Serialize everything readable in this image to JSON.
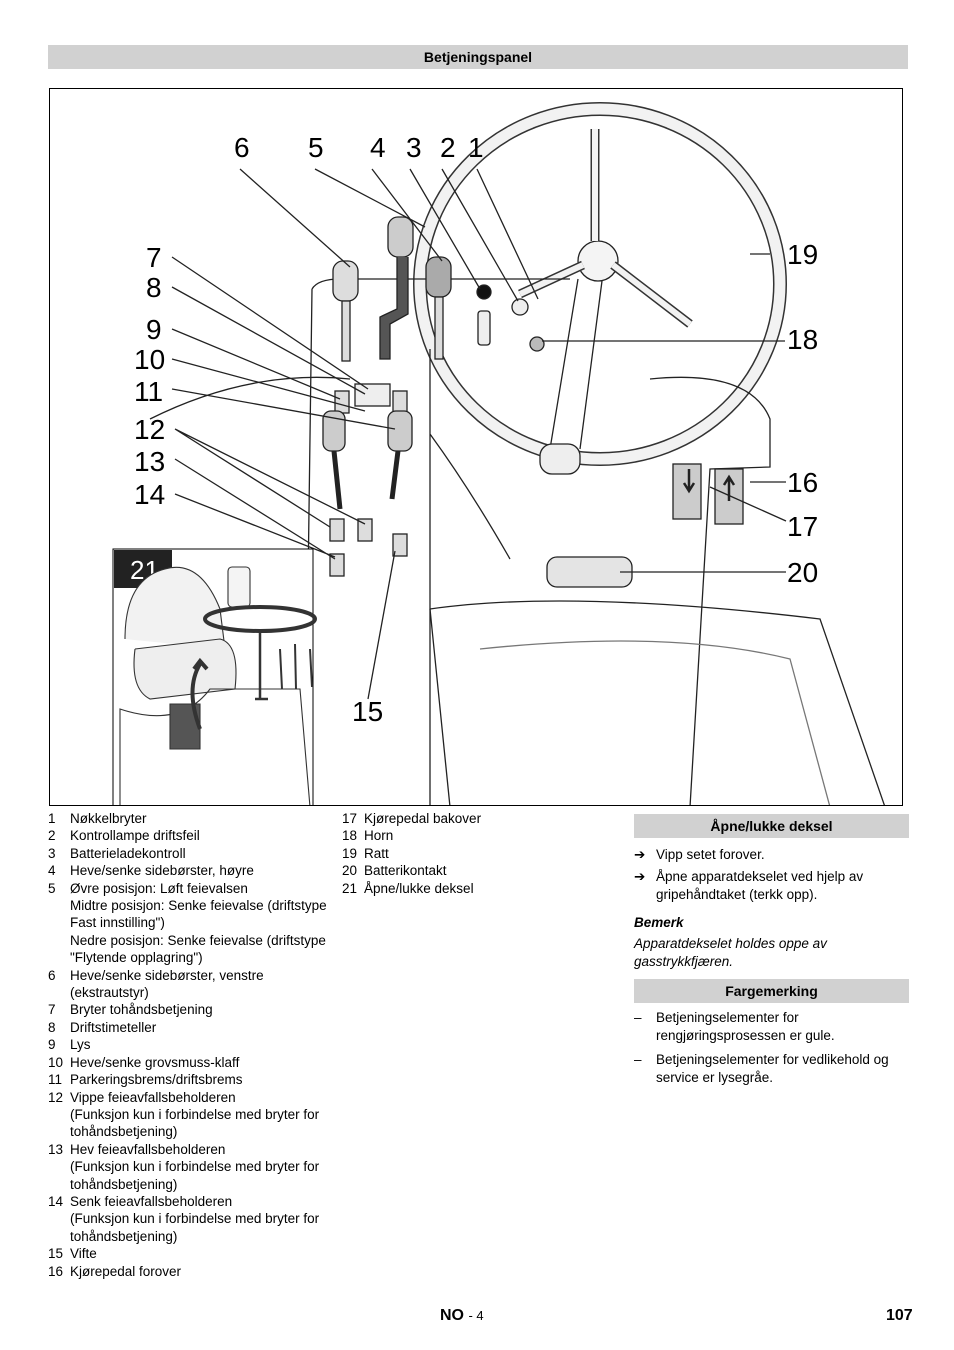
{
  "header": {
    "title": "Betjeningspanel"
  },
  "figure": {
    "callouts": [
      "1",
      "2",
      "3",
      "4",
      "5",
      "6",
      "7",
      "8",
      "9",
      "10",
      "11",
      "12",
      "13",
      "14",
      "15",
      "16",
      "17",
      "18",
      "19",
      "20"
    ],
    "inset_label": "21"
  },
  "legend_left": [
    {
      "n": "1",
      "text": "Nøkkelbryter",
      "sub": []
    },
    {
      "n": "2",
      "text": "Kontrollampe driftsfeil",
      "sub": []
    },
    {
      "n": "3",
      "text": "Batterieladekontroll",
      "sub": []
    },
    {
      "n": "4",
      "text": "Heve/senke sidebørster, høyre",
      "sub": []
    },
    {
      "n": "5",
      "text": "Øvre posisjon: Løft feievalsen",
      "sub": [
        "Midtre posisjon: Senke feievalse (driftstype Fast innstilling\")",
        "Nedre posisjon: Senke feievalse (driftstype \"Flytende opplagring\")"
      ]
    },
    {
      "n": "6",
      "text": "Heve/senke sidebørster, venstre (ekstrautstyr)",
      "sub": []
    },
    {
      "n": "7",
      "text": "Bryter tohåndsbetjening",
      "sub": []
    },
    {
      "n": "8",
      "text": "Driftstimeteller",
      "sub": []
    },
    {
      "n": "9",
      "text": "Lys",
      "sub": []
    },
    {
      "n": "10",
      "text": "Heve/senke grovsmuss-klaff",
      "sub": []
    },
    {
      "n": "11",
      "text": "Parkeringsbrems/driftsbrems",
      "sub": []
    },
    {
      "n": "12",
      "text": "Vippe feieavfallsbeholderen",
      "sub": [
        "(Funksjon kun i forbindelse med bryter for tohåndsbetjening)"
      ]
    },
    {
      "n": "13",
      "text": "Hev feieavfallsbeholderen",
      "sub": [
        "(Funksjon kun i forbindelse med bryter for tohåndsbetjening)"
      ]
    },
    {
      "n": "14",
      "text": "Senk feieavfallsbeholderen",
      "sub": [
        "(Funksjon kun i forbindelse med bryter for tohåndsbetjening)"
      ]
    },
    {
      "n": "15",
      "text": "Vifte",
      "sub": []
    },
    {
      "n": "16",
      "text": "Kjørepedal forover",
      "sub": []
    }
  ],
  "legend_mid": [
    {
      "n": "17",
      "text": "Kjørepedal bakover"
    },
    {
      "n": "18",
      "text": "Horn"
    },
    {
      "n": "19",
      "text": "Ratt"
    },
    {
      "n": "20",
      "text": "Batterikontakt"
    },
    {
      "n": "21",
      "text": "Åpne/lukke deksel"
    }
  ],
  "open_cover": {
    "title": "Åpne/lukke deksel",
    "steps": [
      "Vipp setet forover.",
      "Åpne apparatdekselet ved hjelp av gripehåndtaket (terkk opp)."
    ],
    "note_title": "Bemerk",
    "note_text": "Apparatdekselet holdes oppe av gasstrykkfjæren."
  },
  "color_coding": {
    "title": "Fargemerking",
    "items": [
      "Betjeningselementer for rengjøringsprosessen er gule.",
      "Betjeningselementer for vedlikehold og service er lysegråe."
    ]
  },
  "footer": {
    "lang": "NO",
    "sep": "- 4",
    "page": "107"
  },
  "icons": {
    "step_arrow": "arrow-right-icon"
  }
}
